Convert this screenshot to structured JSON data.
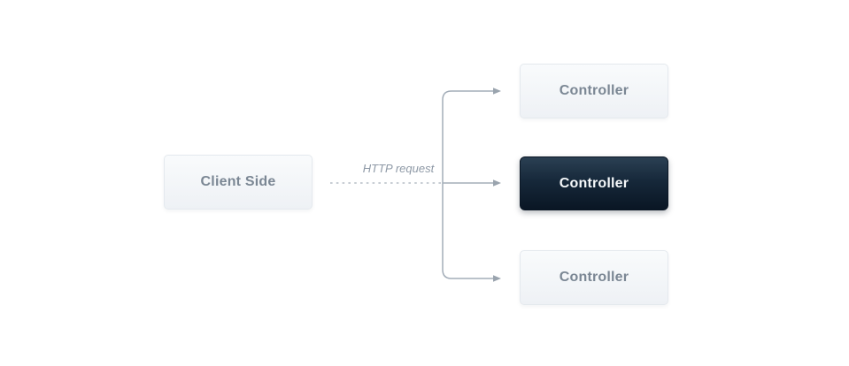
{
  "diagram": {
    "client_node": {
      "label": "Client Side"
    },
    "connection": {
      "label": "HTTP request",
      "style": "dashed-arrow-fanout"
    },
    "controller_nodes": [
      {
        "label": "Controller",
        "variant": "light"
      },
      {
        "label": "Controller",
        "variant": "dark"
      },
      {
        "label": "Controller",
        "variant": "light"
      }
    ],
    "colors": {
      "background": "#ffffff",
      "light_node_fill_top": "#f9fbfc",
      "light_node_fill_bottom": "#eef1f5",
      "light_node_border": "#e4e9ee",
      "light_node_text": "#7b8794",
      "dark_node_fill_top": "#2b4053",
      "dark_node_fill_bottom": "#0a1624",
      "dark_node_text": "#f5f8fa",
      "line": "#a3adb8",
      "dashed_line": "#b6bec6",
      "label_text": "#8e99a6"
    }
  }
}
